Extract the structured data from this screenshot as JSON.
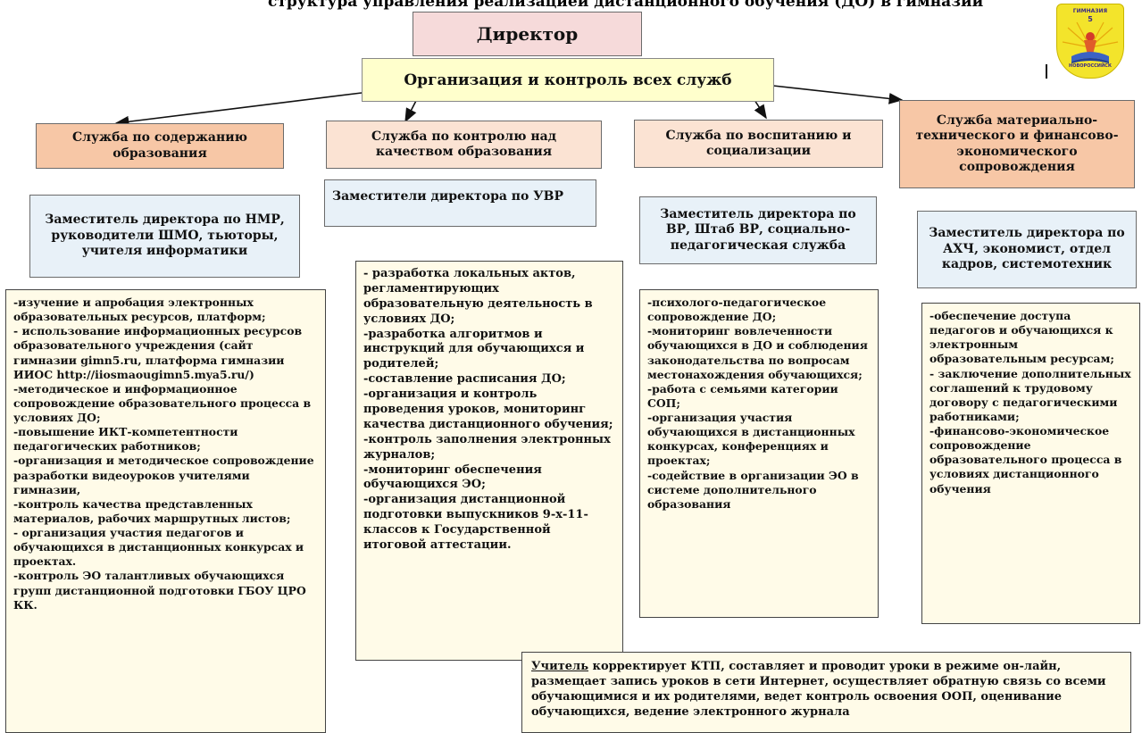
{
  "header": {
    "title_clipped": "структура управления реализацией дистанционного обучения (ДО) в гимназии"
  },
  "logo": {
    "text_top": "ГИМНАЗИЯ",
    "text_number": "5",
    "text_bottom": "НОВОРОССИЙСК"
  },
  "director": {
    "label": "Директор"
  },
  "control": {
    "label": "Организация и контроль всех служб"
  },
  "services": [
    {
      "label": "Служба по содержанию образования"
    },
    {
      "label": "Служба по контролю над качеством образования"
    },
    {
      "label": "Служба по воспитанию и социализации"
    },
    {
      "label": "Служба материально-технического и финансово-экономического сопровождения"
    }
  ],
  "deputies": [
    {
      "label": "Заместитель директора по НМР, руководители ШМО, тьюторы, учителя информатики"
    },
    {
      "label": "Заместители директора по УВР"
    },
    {
      "label": "Заместитель директора по ВР, Штаб ВР, социально-педагогическая служба"
    },
    {
      "label": "Заместитель директора по АХЧ, экономист, отдел кадров, системотехник"
    }
  ],
  "tasks": [
    {
      "text": "-изучение и апробация электронных образовательных ресурсов, платформ;\n- использование информационных ресурсов образовательного учреждения (сайт гимназии gimn5.ru, платформа гимназии ИИОС http://iiosmaougimn5.mya5.ru/)\n-методическое и информационное сопровождение образовательного процесса в условиях ДО;\n-повышение ИКТ-компетентности педагогических работников;\n-организация и методическое сопровождение разработки видеоуроков учителями гимназии,\n-контроль качества представленных материалов, рабочих маршрутных листов;\n- организация участия педагогов и обучающихся в дистанционных конкурсах и проектах.\n-контроль ЭО талантливых обучающихся групп дистанционной подготовки ГБОУ ЦРО КК."
    },
    {
      "text": "- разработка локальных актов, регламентирующих образовательную деятельность в условиях ДО;\n-разработка алгоритмов и инструкций для обучающихся и родителей;\n-составление расписания ДО;\n-организация и контроль проведения уроков, мониторинг качества дистанционного обучения;\n-контроль заполнения электронных журналов;\n-мониторинг обеспечения обучающихся ЭО;\n-организация дистанционной подготовки выпускников 9-х-11-классов к Государственной итоговой аттестации."
    },
    {
      "text": "-психолого-педагогическое сопровождение ДО;\n-мониторинг вовлеченности обучающихся в ДО и соблюдения законодательства по вопросам местонахождения обучающихся;\n-работа с семьями категории СОП;\n-организация участия обучающихся в дистанционных конкурсах, конференциях и проектах;\n-содействие в организации ЭО в системе дополнительного образования"
    },
    {
      "text": "-обеспечение доступа педагогов и обучающихся к электронным образовательным ресурсам;\n- заключение дополнительных соглашений к трудовому договору с педагогическими работниками;\n-финансово-экономическое сопровождение образовательного процесса в условиях дистанционного обучения"
    }
  ],
  "teacher": {
    "word": "Учитель",
    "text": " корректирует КТП, составляет и проводит уроки в режиме он-лайн, размещает запись уроков в сети Интернет, осуществляет обратную связь со всеми обучающимися и их родителями, ведет контроль освоения ООП, оценивание обучающихся, ведение электронного журнала"
  },
  "colors": {
    "director_fill": "#f6dada",
    "control_fill": "#ffffcc",
    "service_fill": "#f7c7a6",
    "service_light_fill": "#fbe3d3",
    "deputy_fill": "#e8f1f8",
    "task_fill": "#fffbe8"
  }
}
